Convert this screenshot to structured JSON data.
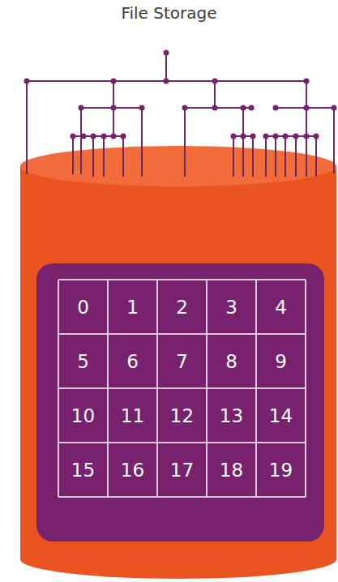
{
  "diagram": {
    "title": "File Storage",
    "labels": [
      "0",
      "1",
      "2",
      "3",
      "4",
      "5",
      "6",
      "7",
      "8",
      "9",
      "10",
      "11",
      "12",
      "13",
      "14",
      "15",
      "16",
      "17",
      "18",
      "19"
    ]
  }
}
